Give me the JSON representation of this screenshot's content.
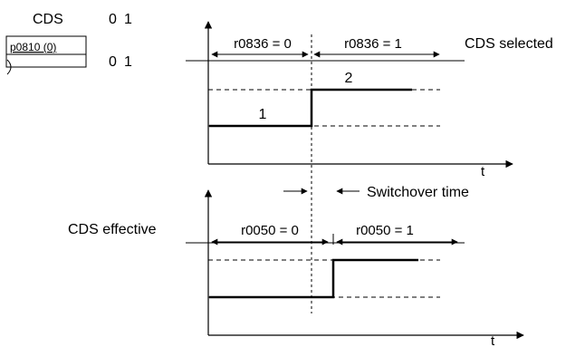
{
  "header": {
    "cds_label": "CDS",
    "cds_bit0": "0",
    "cds_bit1": "1",
    "param_box": "p0810 (0)",
    "param_bit0": "0",
    "param_bit1": "1"
  },
  "top_chart": {
    "left_state": "r0836 = 0",
    "right_state": "r0836 = 1",
    "title": "CDS selected",
    "level_low": "1",
    "level_high": "2",
    "time_axis": "t"
  },
  "middle": {
    "switchover_label": "Switchover time"
  },
  "bottom_chart": {
    "title": "CDS effective",
    "left_state": "r0050 = 0",
    "right_state": "r0050 = 1",
    "time_axis": "t"
  },
  "colors": {
    "line": "#000000",
    "background": "#ffffff"
  }
}
